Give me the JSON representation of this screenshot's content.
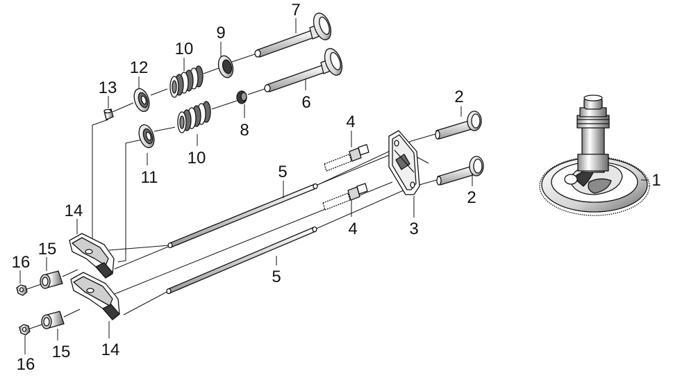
{
  "callouts": {
    "c1": "1",
    "c2a": "2",
    "c2b": "2",
    "c3": "3",
    "c4a": "4",
    "c4b": "4",
    "c5a": "5",
    "c5b": "5",
    "c6": "6",
    "c7": "7",
    "c8": "8",
    "c9": "9",
    "c10a": "10",
    "c10b": "10",
    "c11": "11",
    "c12": "12",
    "c13": "13",
    "c14a": "14",
    "c14b": "14",
    "c15a": "15",
    "c15b": "15",
    "c16a": "16",
    "c16b": "16"
  },
  "colors": {
    "line": "#111111",
    "part_fill": "#ffffff",
    "shade_light": "#d6d6d6",
    "shade_mid": "#a8a8a8",
    "shade_dark": "#3a3a3a"
  }
}
